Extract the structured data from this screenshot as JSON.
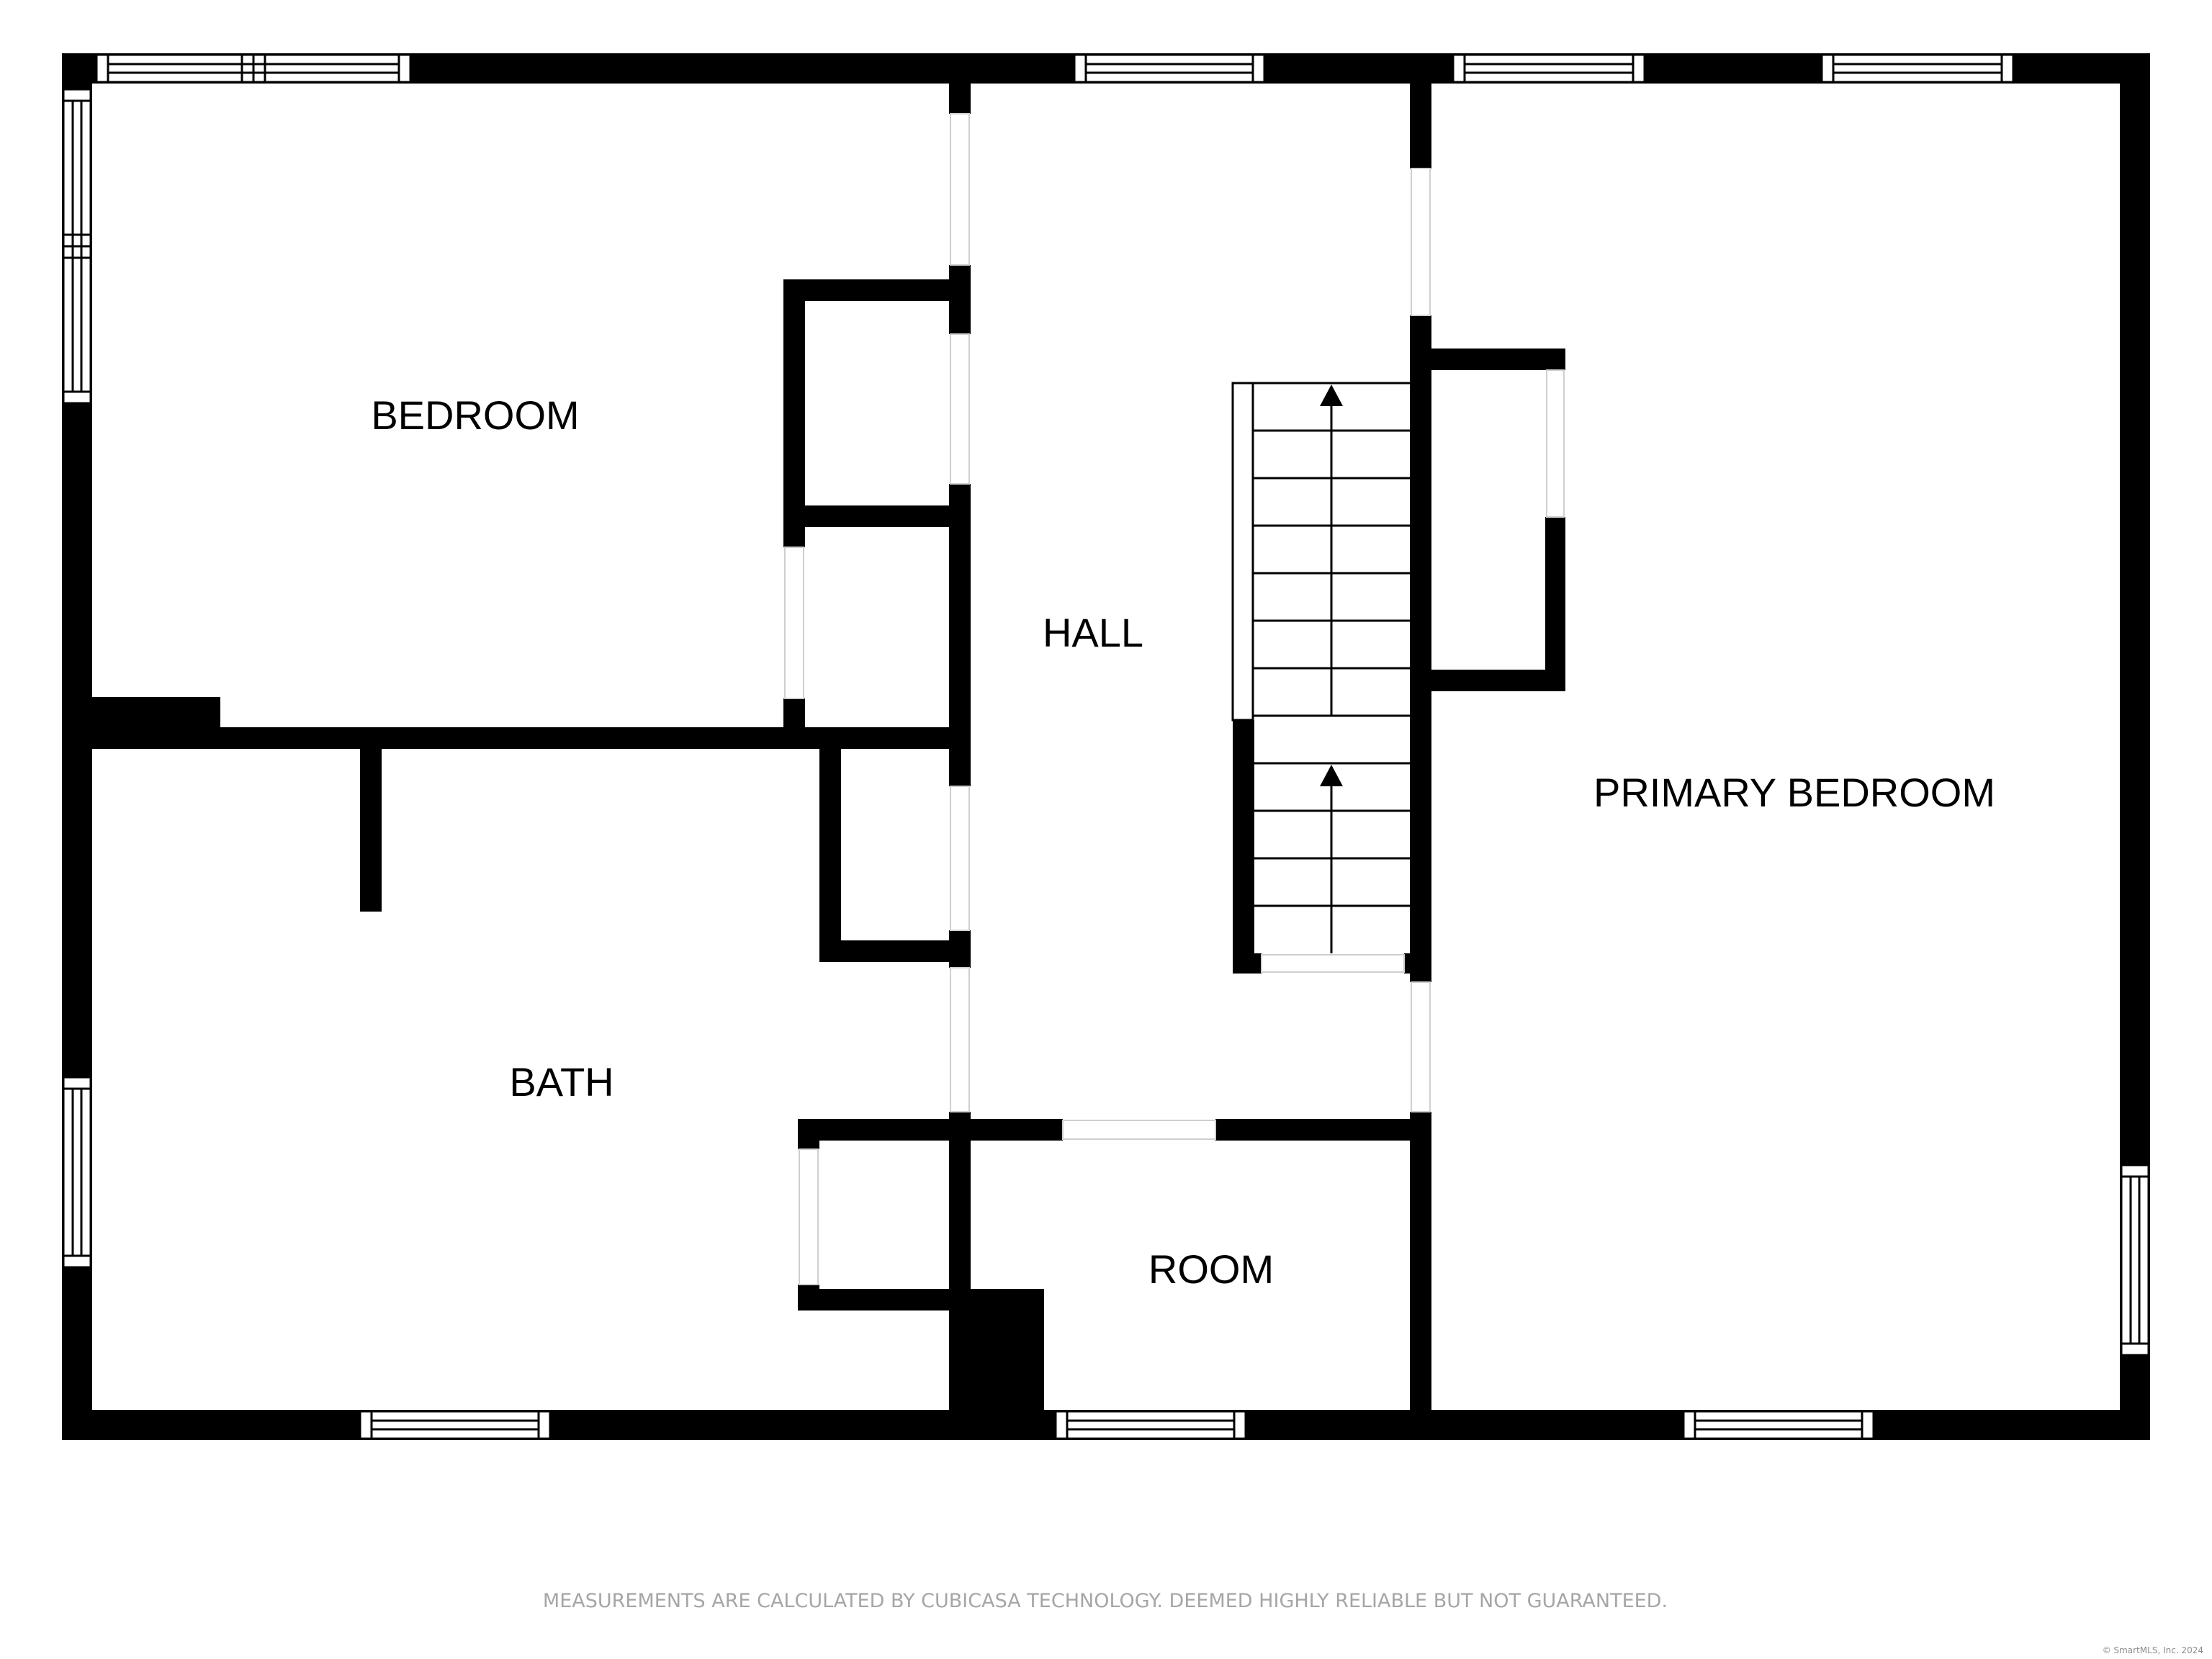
{
  "floor_plan": {
    "rooms": [
      {
        "id": "bedroom",
        "label": "BEDROOM"
      },
      {
        "id": "hall",
        "label": "HALL"
      },
      {
        "id": "primary-bedroom",
        "label": "PRIMARY BEDROOM"
      },
      {
        "id": "bath",
        "label": "BATH"
      },
      {
        "id": "room",
        "label": "ROOM"
      }
    ],
    "disclaimer": "MEASUREMENTS ARE CALCULATED BY CUBICASA TECHNOLOGY. DEEMED HIGHLY RELIABLE BUT NOT GUARANTEED.",
    "copyright": "© SmartMLS, Inc. 2024",
    "colors": {
      "wall": "#000000",
      "background": "#ffffff",
      "disclaimer_text": "#a6a6a6"
    }
  }
}
